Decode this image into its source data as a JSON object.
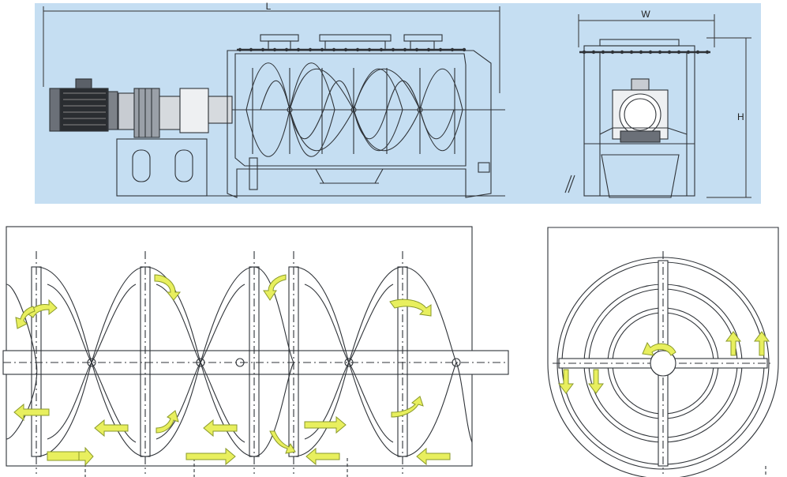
{
  "dimensions": {
    "length_label": "L",
    "width_label": "W",
    "height_label": "H"
  },
  "colors": {
    "panel_background": "#c5def2",
    "line": "#2f3338",
    "arrow_fill": "#e8ef5e",
    "arrow_stroke": "#8a9a2a"
  },
  "views": [
    "front-elevation",
    "side-elevation",
    "ribbon-section-top",
    "ribbon-cross-section"
  ]
}
